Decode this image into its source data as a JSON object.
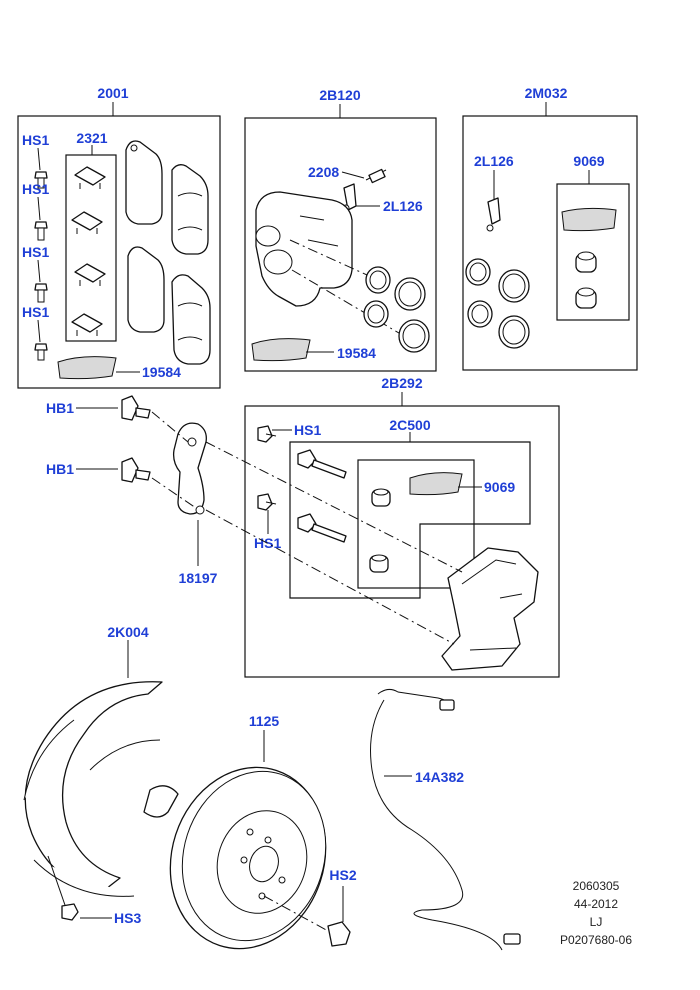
{
  "labels": {
    "kit_2001": "2001",
    "kit_2b120": "2B120",
    "kit_2m032": "2M032",
    "hs1_a": "HS1",
    "hs1_b": "HS1",
    "hs1_c": "HS1",
    "hs1_d": "HS1",
    "clip_2321": "2321",
    "grease_19584_a": "19584",
    "pin_2208": "2208",
    "cap_2l126_a": "2L126",
    "grease_19584_b": "19584",
    "cap_2l126_b": "2L126",
    "grease_9069_a": "9069",
    "carrier_2b292": "2B292",
    "hb1_a": "HB1",
    "hb1_b": "HB1",
    "hs1_e": "HS1",
    "hs1_f": "HS1",
    "guide_2c500": "2C500",
    "grease_9069_b": "9069",
    "bracket_18197": "18197",
    "shield_2k004": "2K004",
    "disc_1125": "1125",
    "sensor_14a382": "14A382",
    "hs2": "HS2",
    "hs3": "HS3"
  },
  "footer": {
    "code": "2060305",
    "date": "44-2012",
    "initials": "LJ",
    "ref": "P0207680-06"
  }
}
